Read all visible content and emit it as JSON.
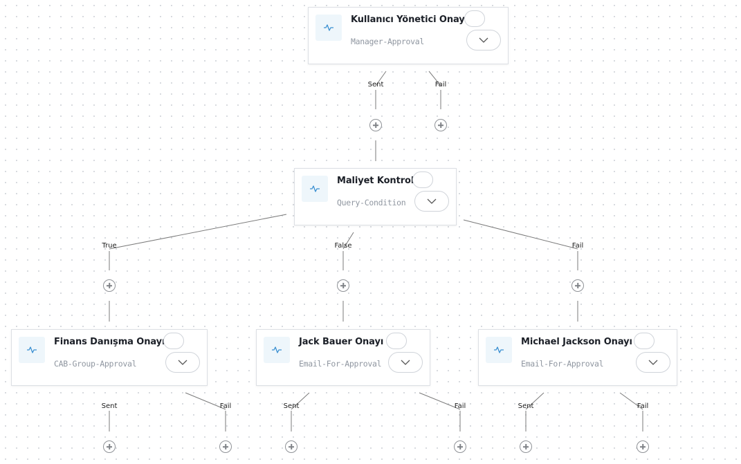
{
  "nodes": [
    {
      "id": "manager",
      "title": "Kullanıcı Yönetici Onayı",
      "subtitle": "Manager-Approval",
      "icon": "activity-pulse-icon"
    },
    {
      "id": "cost",
      "title": "Maliyet Kontrol",
      "subtitle": "Query-Condition",
      "icon": "activity-pulse-icon"
    },
    {
      "id": "finance",
      "title": "Finans Danışma Onayı",
      "subtitle": "CAB-Group-Approval",
      "icon": "activity-pulse-icon"
    },
    {
      "id": "jack",
      "title": "Jack Bauer Onayı",
      "subtitle": "Email-For-Approval",
      "icon": "activity-pulse-icon"
    },
    {
      "id": "michael",
      "title": "Michael Jackson Onayı",
      "subtitle": "Email-For-Approval",
      "icon": "activity-pulse-icon"
    }
  ],
  "edges": [
    {
      "from": "manager",
      "label": "Sent"
    },
    {
      "from": "manager",
      "label": "Fail"
    },
    {
      "from": "cost",
      "label": "True"
    },
    {
      "from": "cost",
      "label": "False"
    },
    {
      "from": "cost",
      "label": "Fail"
    },
    {
      "from": "finance",
      "label": "Sent"
    },
    {
      "from": "finance",
      "label": "Fail"
    },
    {
      "from": "jack",
      "label": "Sent"
    },
    {
      "from": "jack",
      "label": "Fail"
    },
    {
      "from": "michael",
      "label": "Sent"
    },
    {
      "from": "michael",
      "label": "Fail"
    }
  ],
  "colors": {
    "icon_bg": "#eef6fb",
    "icon_stroke": "#3a8fd1",
    "edge": "#7a7a7a",
    "border": "#dcdfe4"
  }
}
